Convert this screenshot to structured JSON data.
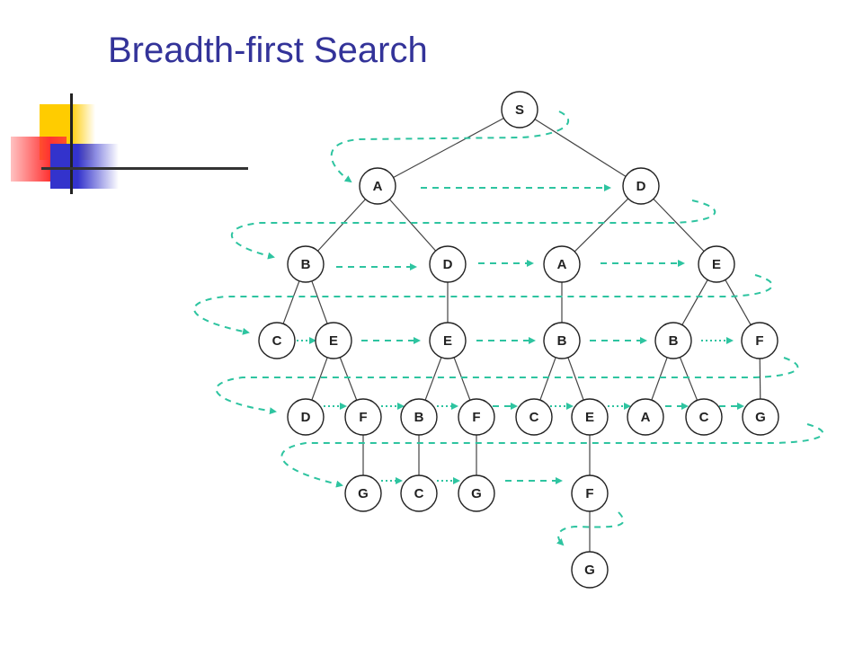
{
  "slide": {
    "title": "Breadth-first Search"
  },
  "colors": {
    "title": "#333399",
    "traversal_arrow": "#2ec4a0",
    "node_stroke": "#222222"
  },
  "tree": {
    "nodes": [
      {
        "id": "n0",
        "label": "S"
      },
      {
        "id": "n1",
        "label": "A"
      },
      {
        "id": "n2",
        "label": "D"
      },
      {
        "id": "n3",
        "label": "B"
      },
      {
        "id": "n4",
        "label": "D"
      },
      {
        "id": "n5",
        "label": "A"
      },
      {
        "id": "n6",
        "label": "E"
      },
      {
        "id": "n7",
        "label": "C"
      },
      {
        "id": "n8",
        "label": "E"
      },
      {
        "id": "n9",
        "label": "E"
      },
      {
        "id": "n10",
        "label": "B"
      },
      {
        "id": "n11",
        "label": "B"
      },
      {
        "id": "n12",
        "label": "F"
      },
      {
        "id": "n13",
        "label": "D"
      },
      {
        "id": "n14",
        "label": "F"
      },
      {
        "id": "n15",
        "label": "B"
      },
      {
        "id": "n16",
        "label": "F"
      },
      {
        "id": "n17",
        "label": "C"
      },
      {
        "id": "n18",
        "label": "E"
      },
      {
        "id": "n19",
        "label": "A"
      },
      {
        "id": "n20",
        "label": "C"
      },
      {
        "id": "n21",
        "label": "G"
      },
      {
        "id": "n22",
        "label": "G"
      },
      {
        "id": "n23",
        "label": "C"
      },
      {
        "id": "n24",
        "label": "G"
      },
      {
        "id": "n25",
        "label": "F"
      },
      {
        "id": "n26",
        "label": "G"
      }
    ],
    "edges": [
      [
        "n0",
        "n1"
      ],
      [
        "n0",
        "n2"
      ],
      [
        "n1",
        "n3"
      ],
      [
        "n1",
        "n4"
      ],
      [
        "n2",
        "n5"
      ],
      [
        "n2",
        "n6"
      ],
      [
        "n3",
        "n7"
      ],
      [
        "n3",
        "n8"
      ],
      [
        "n4",
        "n9"
      ],
      [
        "n5",
        "n10"
      ],
      [
        "n6",
        "n11"
      ],
      [
        "n6",
        "n12"
      ],
      [
        "n8",
        "n13"
      ],
      [
        "n8",
        "n14"
      ],
      [
        "n9",
        "n15"
      ],
      [
        "n9",
        "n16"
      ],
      [
        "n10",
        "n17"
      ],
      [
        "n10",
        "n18"
      ],
      [
        "n11",
        "n19"
      ],
      [
        "n11",
        "n20"
      ],
      [
        "n12",
        "n21"
      ],
      [
        "n14",
        "n22"
      ],
      [
        "n15",
        "n23"
      ],
      [
        "n16",
        "n24"
      ],
      [
        "n18",
        "n25"
      ],
      [
        "n25",
        "n26"
      ]
    ]
  }
}
